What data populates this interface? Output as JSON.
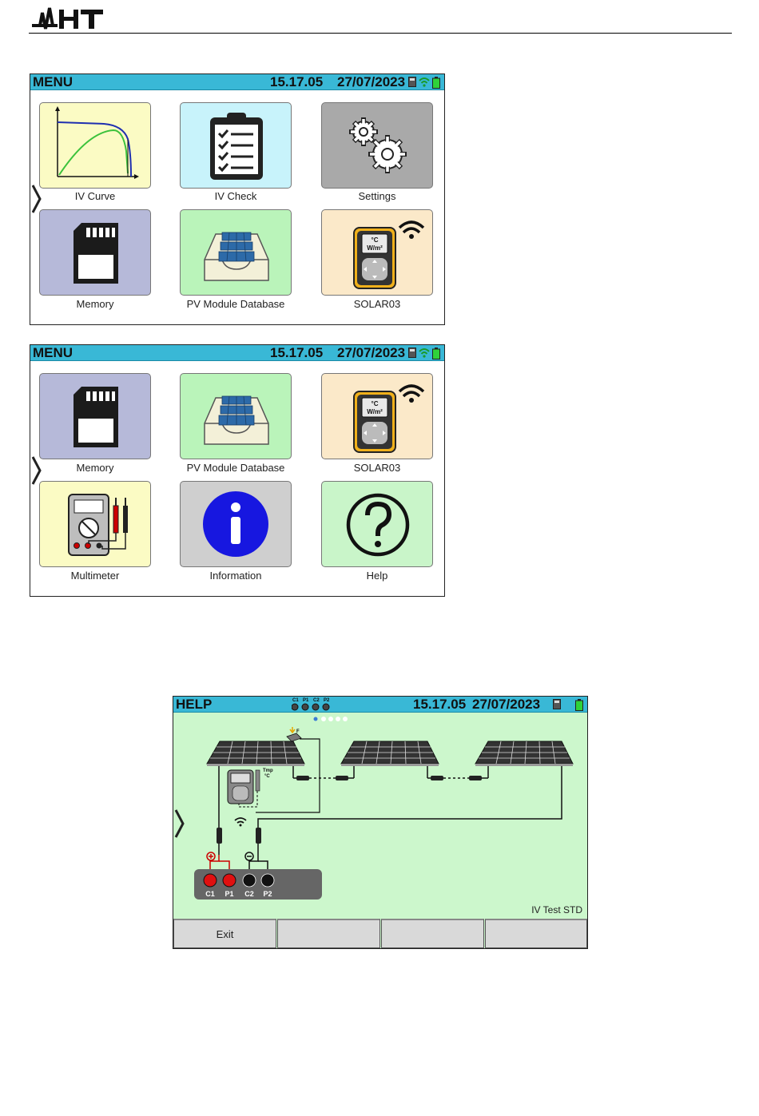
{
  "header": {
    "logo_text": "HT"
  },
  "menu1": {
    "title": "MENU",
    "time": "15.17.05",
    "date": "27/07/2023",
    "tiles": [
      {
        "label": "IV Curve",
        "icon": "iv-curve-icon",
        "color": "#fbfbc4"
      },
      {
        "label": "IV Check",
        "icon": "clipboard-check-icon",
        "color": "#c8f3fb"
      },
      {
        "label": "Settings",
        "icon": "gears-icon",
        "color": "#a9a9a9"
      },
      {
        "label": "Memory",
        "icon": "sd-card-icon",
        "color": "#b6b9d9"
      },
      {
        "label": "PV Module Database",
        "icon": "pv-module-tray-icon",
        "color": "#baf4ba"
      },
      {
        "label": "SOLAR03",
        "icon": "solar03-device-icon",
        "color": "#fbe9c9"
      }
    ]
  },
  "menu2": {
    "title": "MENU",
    "time": "15.17.05",
    "date": "27/07/2023",
    "tiles": [
      {
        "label": "Memory",
        "icon": "sd-card-icon",
        "color": "#b6b9d9"
      },
      {
        "label": "PV Module Database",
        "icon": "pv-module-tray-icon",
        "color": "#baf4ba"
      },
      {
        "label": "SOLAR03",
        "icon": "solar03-device-icon",
        "color": "#fbe9c9"
      },
      {
        "label": "Multimeter",
        "icon": "multimeter-icon",
        "color": "#fbfbc4"
      },
      {
        "label": "Information",
        "icon": "info-icon",
        "color": "#cfcfcf"
      },
      {
        "label": "Help",
        "icon": "help-icon",
        "color": "#c9f5c9"
      }
    ]
  },
  "help": {
    "title": "HELP",
    "time": "15.17.05",
    "date": "27/07/2023",
    "terminals_top": [
      "C1",
      "P1",
      "C2",
      "P2"
    ],
    "terminals": [
      "C1",
      "P1",
      "C2",
      "P2"
    ],
    "irr_label": "F",
    "tmp_label": "Tmp",
    "tmp_unit": "°C",
    "solar_unit_line1": "°C",
    "solar_unit_line2": "W/m²",
    "test_mode": "IV Test STD",
    "buttons": [
      "Exit",
      "",
      "",
      ""
    ],
    "background": "#ccf7cc"
  }
}
